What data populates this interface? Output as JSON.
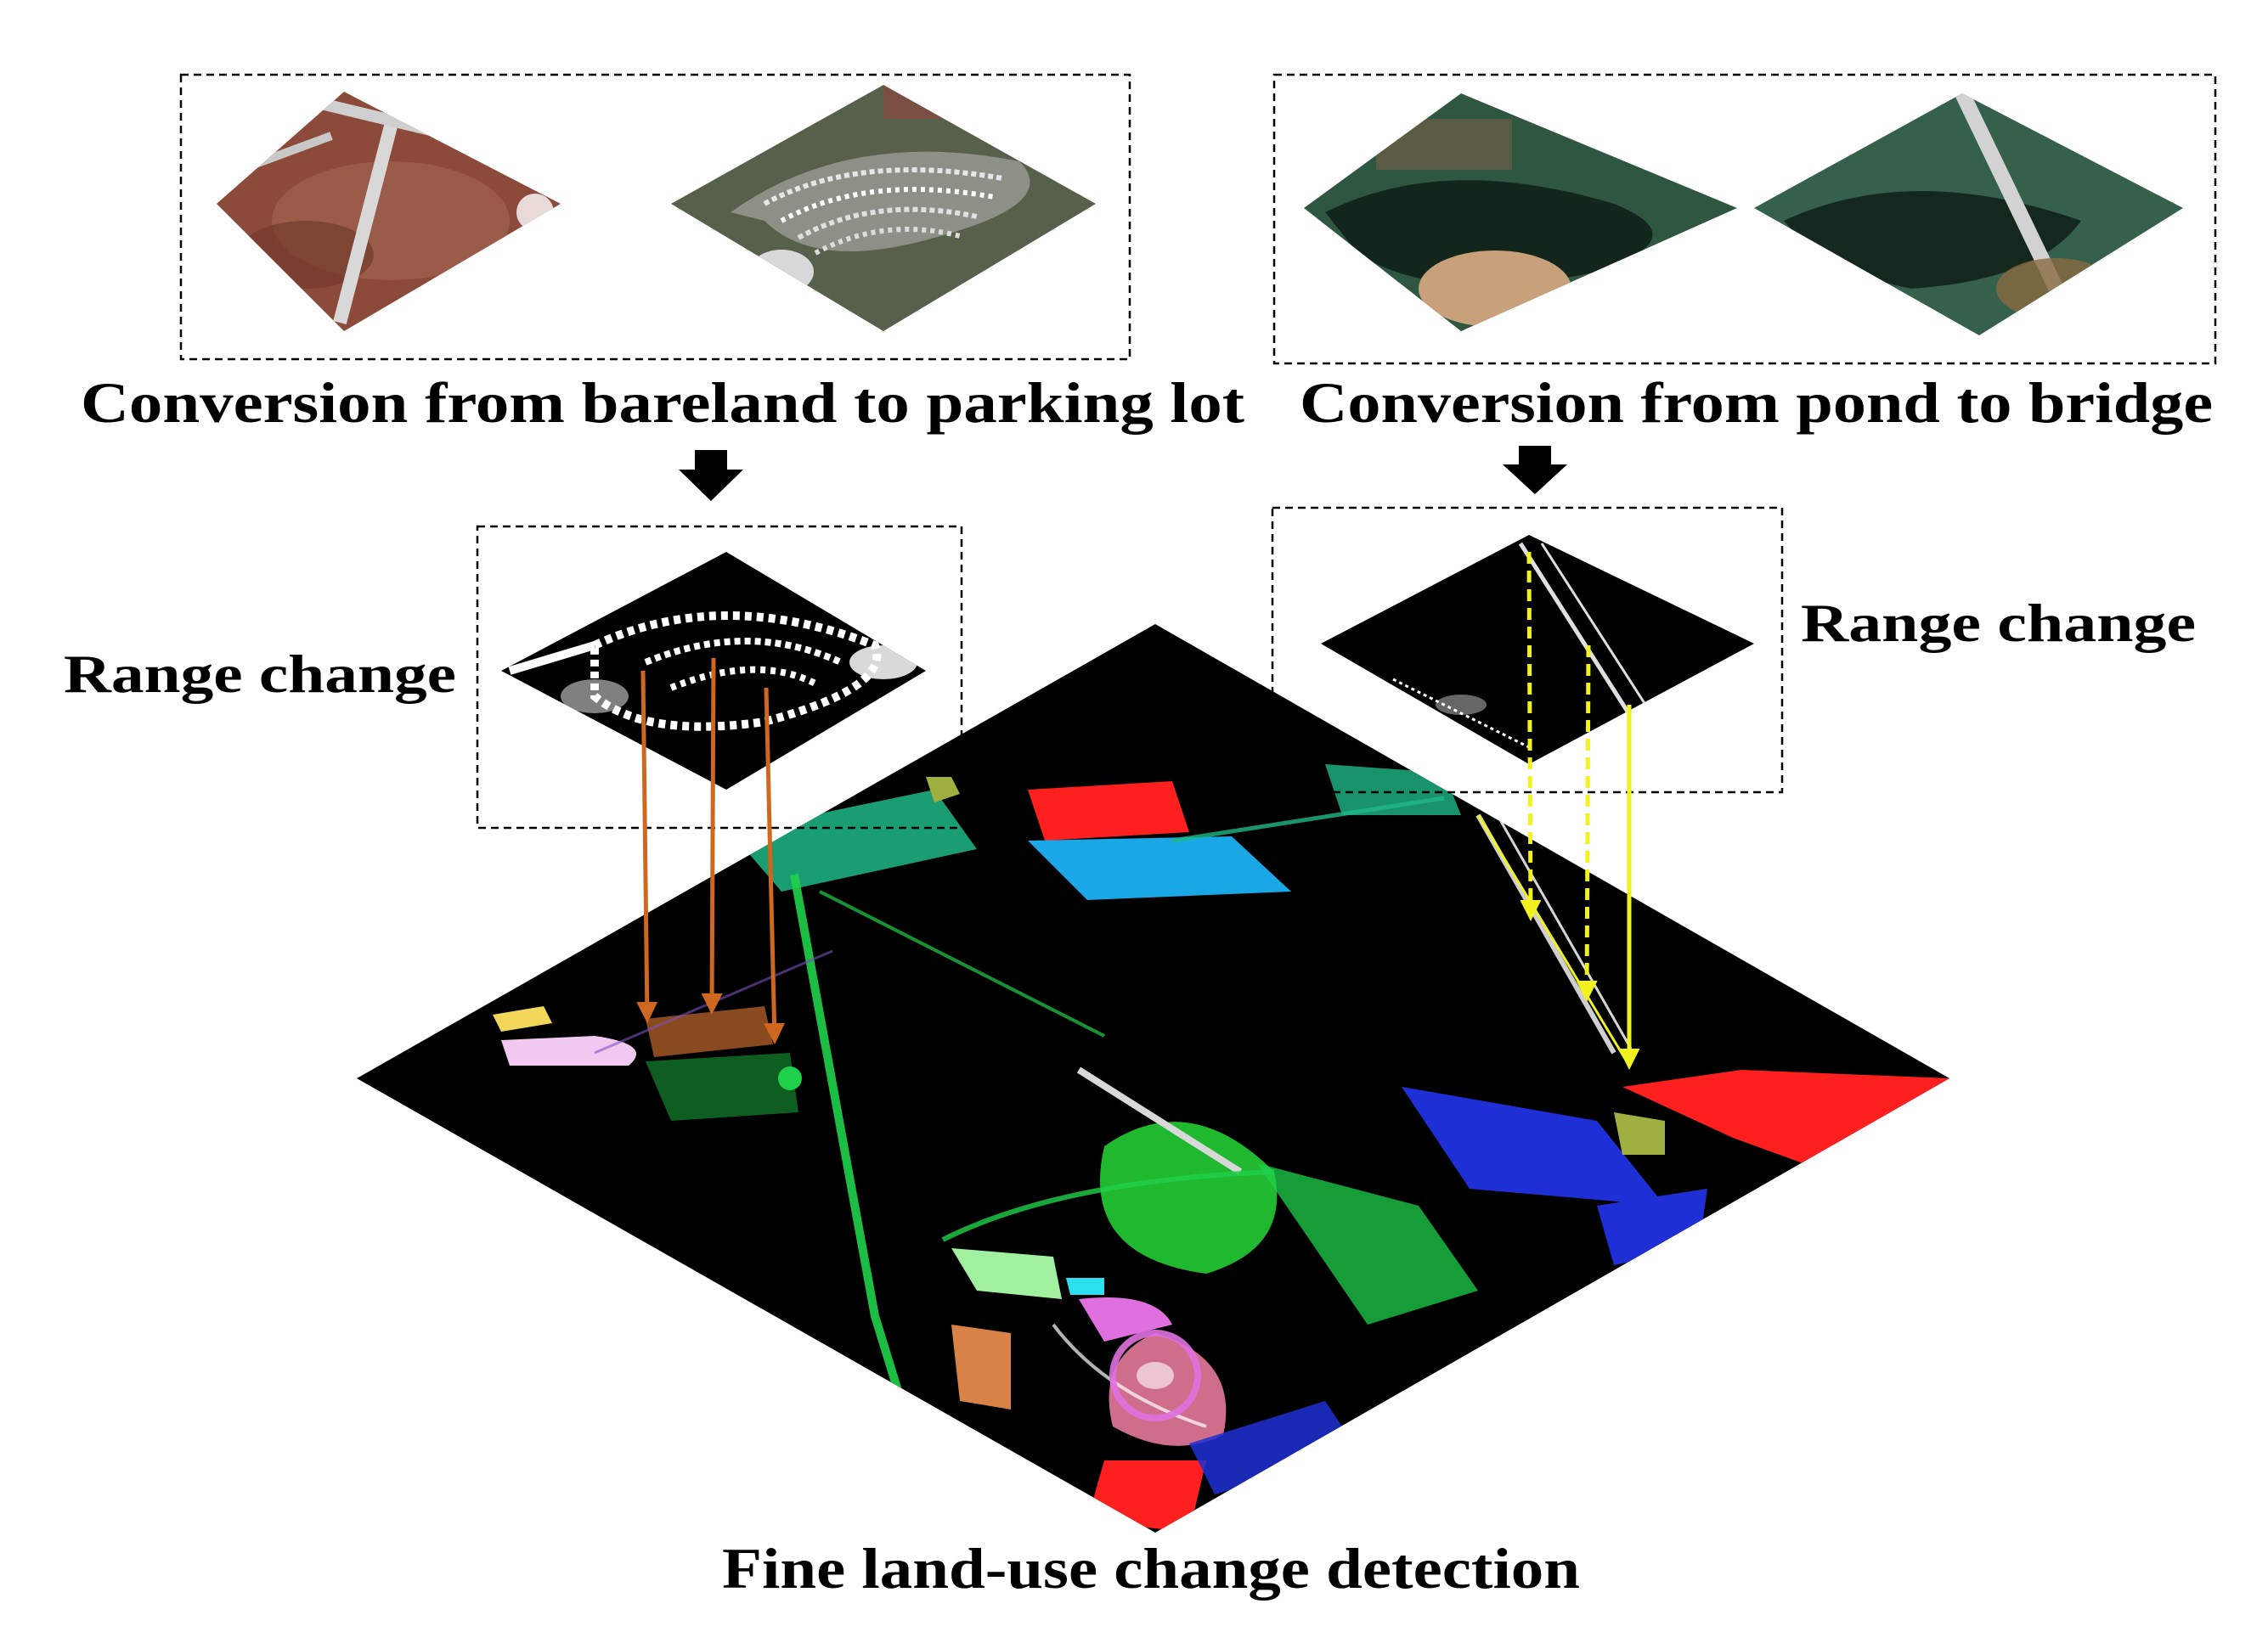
{
  "captions": {
    "left_conversion": "Conversion from bareland to parking lot",
    "right_conversion": "Conversion  from pond to bridge",
    "left_range_change": "Range change",
    "right_range_change": "Range change",
    "bottom": "Fine land-use change detection"
  },
  "colors": {
    "left_arrows": "#d0671e",
    "right_arrows": "#f2f21e",
    "dashed_box": "#000000",
    "map_background": "#000000",
    "land_use_classes": [
      "#ff1f1f",
      "#1aa7e6",
      "#1fb886",
      "#1fd14a",
      "#1f2fd6",
      "#e070e0",
      "#f0c8f0",
      "#f2d75a",
      "#f09050",
      "#2de0f0",
      "#a0f0a0",
      "#8a4a20",
      "#a0b040",
      "#8050c0",
      "#c01f1f"
    ]
  },
  "icons": {
    "flow_arrows": "down-arrow-icon"
  }
}
